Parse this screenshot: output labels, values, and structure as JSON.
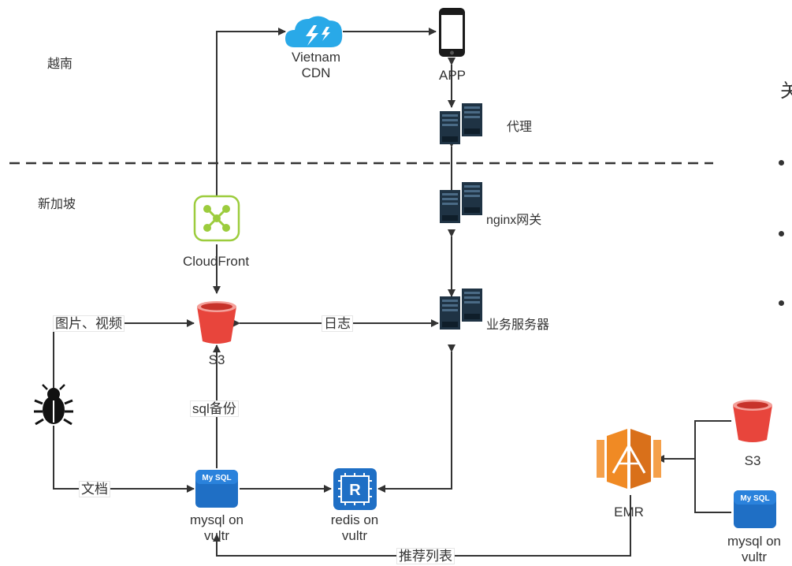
{
  "regions": {
    "vietnam": "越南",
    "singapore": "新加坡"
  },
  "side_title": "关",
  "nodes": {
    "cdn": "Vietnam\nCDN",
    "app": "APP",
    "proxy": "代理",
    "nginx": "nginx网关",
    "business": "业务服务器",
    "cloudfront": "CloudFront",
    "s3_main": "S3",
    "mysql_main": "mysql on\nvultr",
    "redis": "redis on\nvultr",
    "emr": "EMR",
    "s3_side": "S3",
    "mysql_side": "mysql on\nvultr",
    "mysql_badge": "My SQL",
    "redis_badge": "R"
  },
  "edges": {
    "images_videos": "图片、视频",
    "logs": "日志",
    "sql_backup": "sql备份",
    "documents": "文档",
    "recommend_list": "推荐列表"
  },
  "colors": {
    "line": "#333333",
    "bucket_red": "#e8453c",
    "server_dark": "#1f3344",
    "cloud_blue": "#29a9e8",
    "mysql_blue": "#1f6fc5",
    "emr_orange": "#f08a24",
    "cloudfront_green": "#9ccc3d"
  }
}
